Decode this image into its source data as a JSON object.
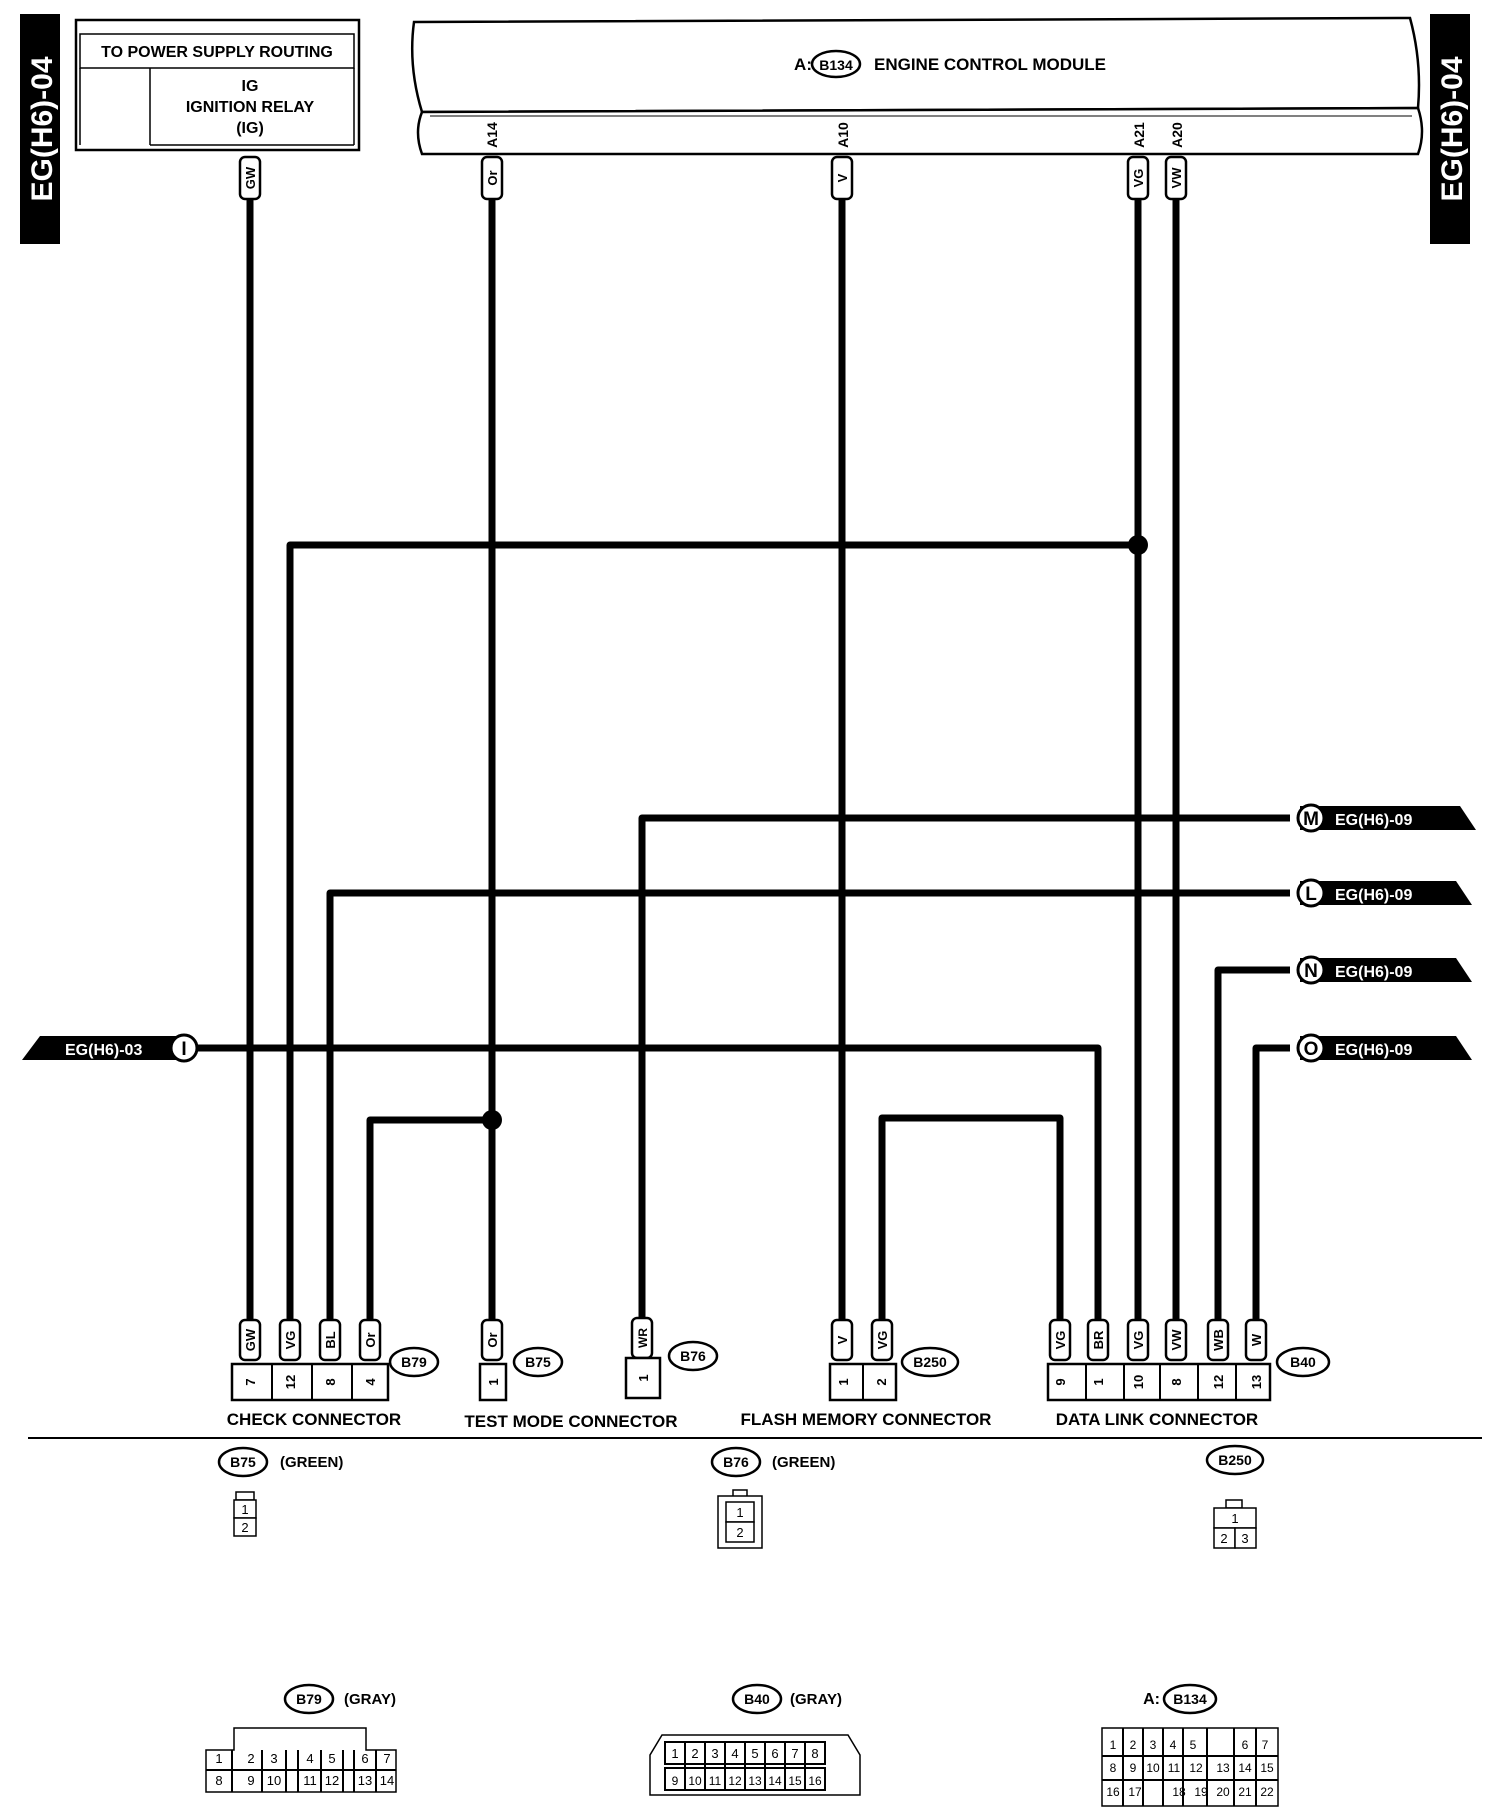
{
  "page_codes": {
    "left": "EG(H6)-04",
    "right": "EG(H6)-04"
  },
  "power_supply": {
    "title": "TO POWER SUPPLY ROUTING",
    "line1": "IG",
    "line2": "IGNITION RELAY",
    "line3": "(IG)"
  },
  "ecm": {
    "prefix": "A:",
    "connector": "B134",
    "title": "ENGINE CONTROL MODULE",
    "pins": [
      "A14",
      "A10",
      "A21",
      "A20"
    ]
  },
  "wire_colors": {
    "gw": "GW",
    "or": "Or",
    "v": "V",
    "vg": "VG",
    "vw": "VW",
    "bl": "BL",
    "wr": "WR",
    "br": "BR",
    "wb": "WB",
    "w": "W"
  },
  "offpage": {
    "m": {
      "letter": "M",
      "ref": "EG(H6)-09"
    },
    "l": {
      "letter": "L",
      "ref": "EG(H6)-09"
    },
    "n": {
      "letter": "N",
      "ref": "EG(H6)-09"
    },
    "o": {
      "letter": "O",
      "ref": "EG(H6)-09"
    },
    "i": {
      "letter": "I",
      "ref": "EG(H6)-03"
    }
  },
  "connectors": {
    "check": {
      "id": "B79",
      "name": "CHECK CONNECTOR",
      "pins": [
        "7",
        "12",
        "8",
        "4"
      ]
    },
    "test": {
      "id": "B75",
      "name": "TEST MODE CONNECTOR",
      "pins": [
        "1"
      ]
    },
    "b76": {
      "id": "B76",
      "pins": [
        "1"
      ]
    },
    "flash": {
      "id": "B250",
      "name": "FLASH MEMORY CONNECTOR",
      "pins": [
        "1",
        "2"
      ]
    },
    "dlc": {
      "id": "B40",
      "name": "DATA LINK CONNECTOR",
      "pins": [
        "9",
        "1",
        "10",
        "8",
        "12",
        "13"
      ]
    }
  },
  "faces": {
    "b75": {
      "id": "B75",
      "color": "(GREEN)",
      "cells": [
        "1",
        "2"
      ]
    },
    "b76": {
      "id": "B76",
      "color": "(GREEN)",
      "cells": [
        "1",
        "2"
      ]
    },
    "b250": {
      "id": "B250",
      "cells": [
        "1",
        "2",
        "3"
      ]
    },
    "b79": {
      "id": "B79",
      "color": "(GRAY)",
      "cells": [
        "1",
        "2",
        "3",
        "4",
        "5",
        "6",
        "7",
        "8",
        "9",
        "10",
        "11",
        "12",
        "13",
        "14"
      ]
    },
    "b40": {
      "id": "B40",
      "color": "(GRAY)",
      "cells": [
        "1",
        "2",
        "3",
        "4",
        "5",
        "6",
        "7",
        "8",
        "9",
        "10",
        "11",
        "12",
        "13",
        "14",
        "15",
        "16"
      ]
    },
    "b134": {
      "prefix": "A:",
      "id": "B134",
      "cells": [
        "1",
        "2",
        "3",
        "4",
        "5",
        "6",
        "7",
        "8",
        "9",
        "10",
        "11",
        "12",
        "13",
        "14",
        "15",
        "16",
        "17",
        "18",
        "19",
        "20",
        "21",
        "22"
      ]
    }
  }
}
